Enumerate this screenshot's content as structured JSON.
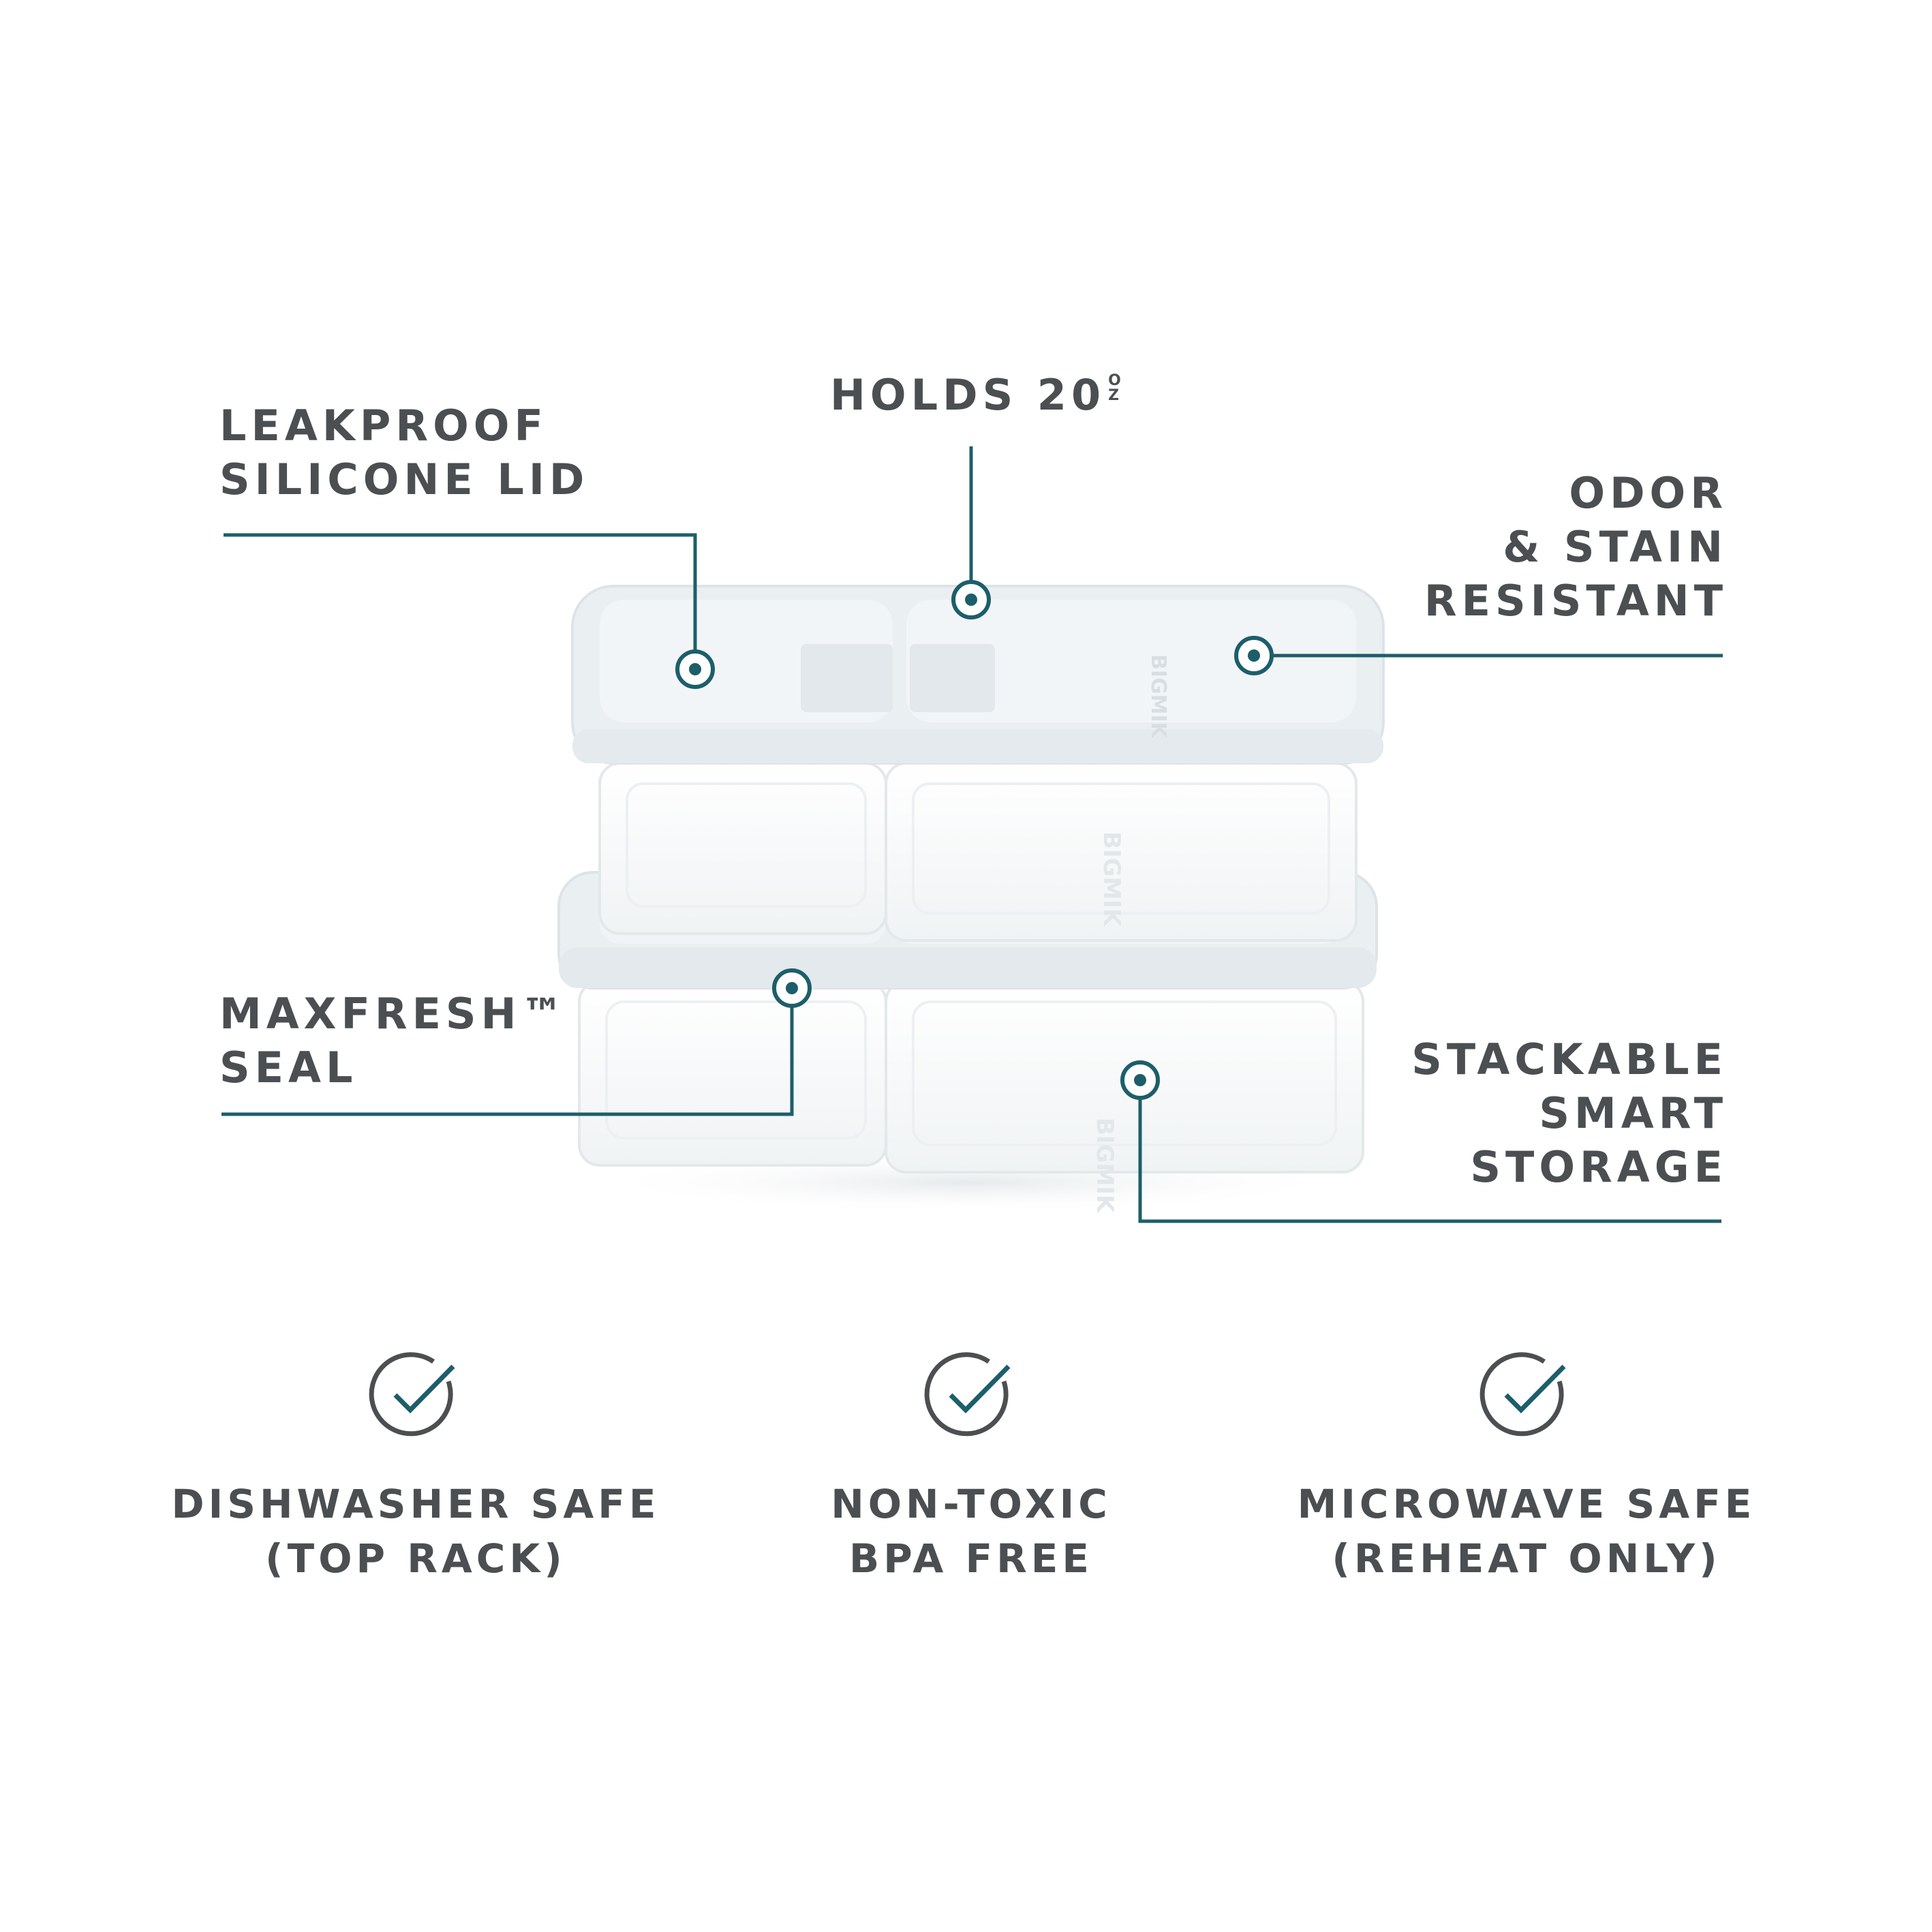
{
  "colors": {
    "accent": "#1d5e6b",
    "text": "#4b4f52",
    "lid": "#e9eef1",
    "glass": "#f4f6f7"
  },
  "callouts": {
    "leakproof": {
      "lines": [
        "LEAKPROOF",
        "SILICONE LID"
      ]
    },
    "holds": {
      "text": "HOLDS 20",
      "unit_top": "O",
      "unit_bottom": "Z"
    },
    "odor": {
      "lines": [
        "ODOR",
        "& STAIN",
        "RESISTANT"
      ]
    },
    "maxfresh": {
      "lines": [
        "MAXFRESH™",
        "SEAL"
      ]
    },
    "stackable": {
      "lines": [
        "STACKABLE",
        "SMART",
        "STORAGE"
      ]
    }
  },
  "features": [
    {
      "icon": "check-circle-icon",
      "lines": [
        "DISHWASHER SAFE",
        "(TOP RACK)"
      ]
    },
    {
      "icon": "check-circle-icon",
      "lines": [
        "NON-TOXIC",
        "BPA FREE"
      ]
    },
    {
      "icon": "check-circle-icon",
      "lines": [
        "MICROWAVE SAFE",
        "(REHEAT ONLY)"
      ]
    }
  ],
  "product_embossing": "BIGMIK"
}
